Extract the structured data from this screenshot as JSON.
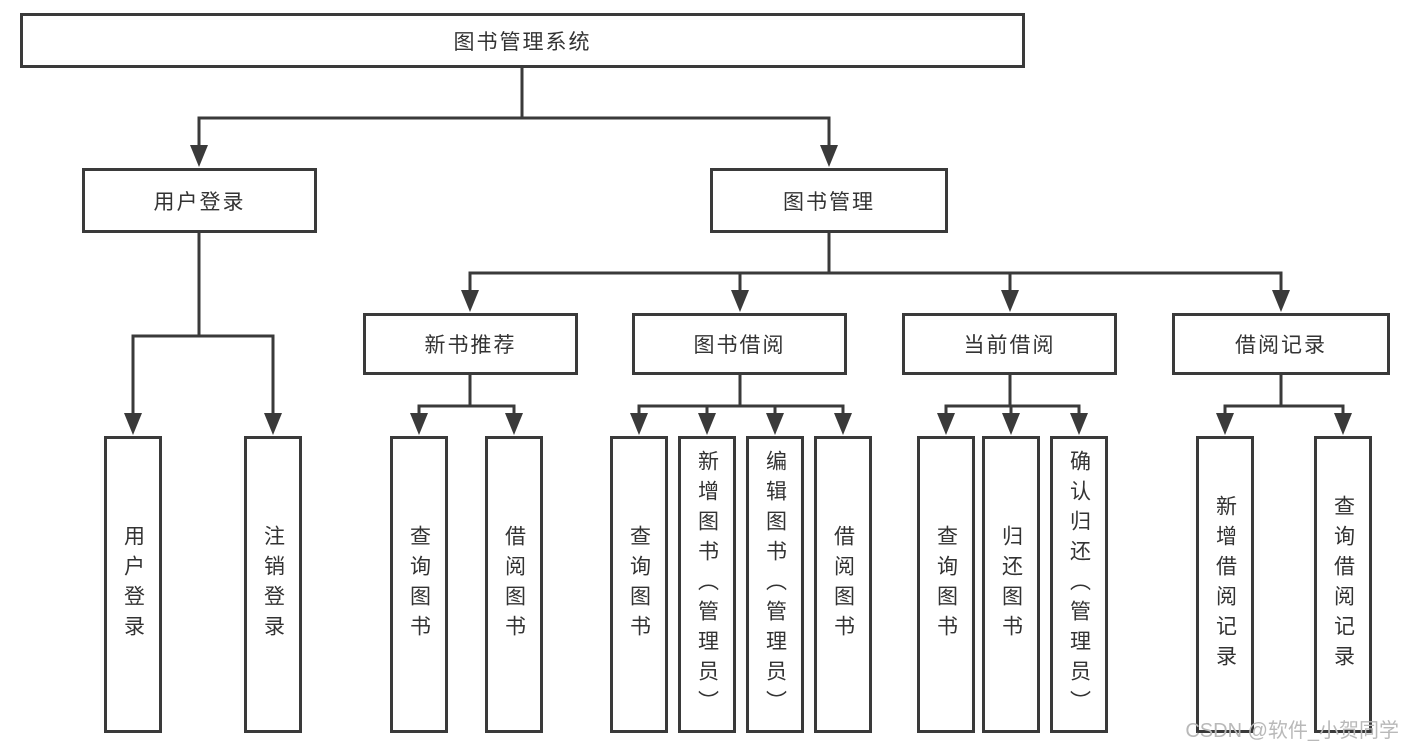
{
  "colors": {
    "line": "#3a3a3a",
    "box_border": "#3a3a3a",
    "text": "#333333",
    "watermark": "#b9b9b9",
    "background": "#ffffff"
  },
  "tree": {
    "root": "图书管理系统",
    "branches": [
      {
        "label": "用户登录",
        "children": [
          {
            "label": "用户登录"
          },
          {
            "label": "注销登录"
          }
        ]
      },
      {
        "label": "图书管理",
        "children": [
          {
            "label": "新书推荐",
            "children": [
              {
                "label": "查询图书"
              },
              {
                "label": "借阅图书"
              }
            ]
          },
          {
            "label": "图书借阅",
            "children": [
              {
                "label": "查询图书"
              },
              {
                "label": "新增图书（管理员）"
              },
              {
                "label": "编辑图书（管理员）"
              },
              {
                "label": "借阅图书"
              }
            ]
          },
          {
            "label": "当前借阅",
            "children": [
              {
                "label": "查询图书"
              },
              {
                "label": "归还图书"
              },
              {
                "label": "确认归还（管理员）"
              }
            ]
          },
          {
            "label": "借阅记录",
            "children": [
              {
                "label": "新增借阅记录"
              },
              {
                "label": "查询借阅记录"
              }
            ]
          }
        ]
      }
    ]
  },
  "watermark": {
    "text": "CSDN @软件_小贺同学"
  }
}
